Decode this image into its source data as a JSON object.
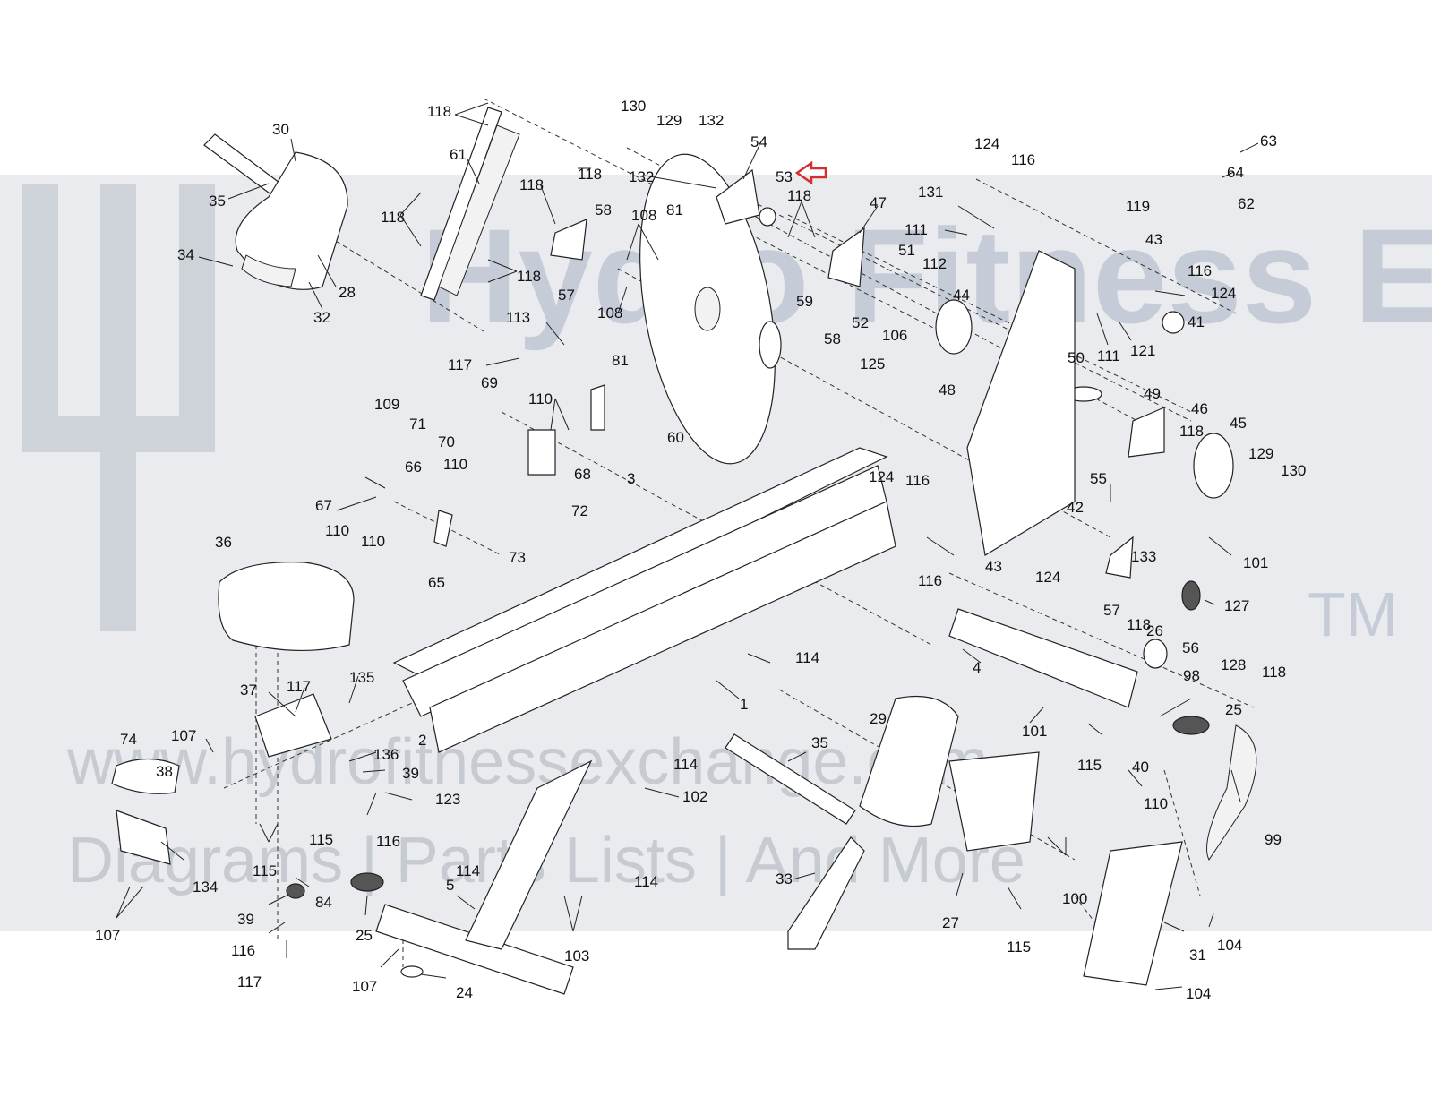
{
  "diagram": {
    "highlighted_part": "53",
    "highlight_color": "#d62d2d",
    "callouts": {
      "c30": "30",
      "c35a": "35",
      "c34": "34",
      "c28": "28",
      "c32": "32",
      "c118a": "118",
      "c61": "61",
      "c118b": "118",
      "c118c": "118",
      "c118d": "118",
      "c118e": "118",
      "c130a": "130",
      "c129a": "129",
      "c132a": "132",
      "c54": "54",
      "c53": "53",
      "c132b": "132",
      "c118f": "118",
      "c58a": "58",
      "c108a": "108",
      "c81a": "81",
      "c57a": "57",
      "c108b": "108",
      "c47": "47",
      "c51": "51",
      "c112": "112",
      "c52": "52",
      "c44": "44",
      "c111a": "111",
      "c131": "131",
      "c124a": "124",
      "c116a": "116",
      "c63": "63",
      "c64": "64",
      "c62": "62",
      "c119": "119",
      "c43a": "43",
      "c116b": "116",
      "c124b": "124",
      "c41": "41",
      "c121": "121",
      "c111b": "111",
      "c113": "113",
      "c117a": "117",
      "c69": "69",
      "c81b": "81",
      "c59": "59",
      "c58b": "58",
      "c106": "106",
      "c125": "125",
      "c48": "48",
      "c50": "50",
      "c49": "49",
      "c46": "46",
      "c118g": "118",
      "c45": "45",
      "c129b": "129",
      "c130b": "130",
      "c109": "109",
      "c110a": "110",
      "c71": "71",
      "c70": "70",
      "c60": "60",
      "c68": "68",
      "c110b": "110",
      "c72": "72",
      "c3": "3",
      "c124c": "124",
      "c116c": "116",
      "c55": "55",
      "c42": "42",
      "c133": "133",
      "c101a": "101",
      "c67": "67",
      "c66": "66",
      "c110c": "110",
      "c110d": "110",
      "c73": "73",
      "c65": "65",
      "c36": "36",
      "c43b": "43",
      "c116d": "116",
      "c124d": "124",
      "c57b": "57",
      "c118h": "118",
      "c127": "127",
      "c56": "56",
      "c128": "128",
      "c118i": "118",
      "c26": "26",
      "c4": "4",
      "c114a": "114",
      "c98": "98",
      "c25a": "25",
      "c135": "135",
      "c37": "37",
      "c117b": "117",
      "c2": "2",
      "c1": "1",
      "c101b": "101",
      "c40": "40",
      "c74": "74",
      "c107a": "107",
      "c38": "38",
      "c136": "136",
      "c39a": "39",
      "c114b": "114",
      "c35b": "35",
      "c29": "29",
      "c115a": "115",
      "c110e": "110",
      "c102": "102",
      "c123": "123",
      "c115b": "115",
      "c116e": "116",
      "c99": "99",
      "c134": "134",
      "c115c": "115",
      "c114c": "114",
      "c114d": "114",
      "c33": "33",
      "c100": "100",
      "c84": "84",
      "c39b": "39",
      "c25b": "25",
      "c5": "5",
      "c107b": "107",
      "c27": "27",
      "c115d": "115",
      "c104a": "104",
      "c31": "31",
      "c116f": "116",
      "c103": "103",
      "c117c": "117",
      "c107c": "107",
      "c24": "24",
      "c104b": "104"
    }
  },
  "watermark": {
    "title": "Hydro Fitness Exchange",
    "trademark": "TM",
    "url": "www.hydrofitnessexchange.com",
    "tagline": "Diagrams | Parts Lists | And More"
  }
}
